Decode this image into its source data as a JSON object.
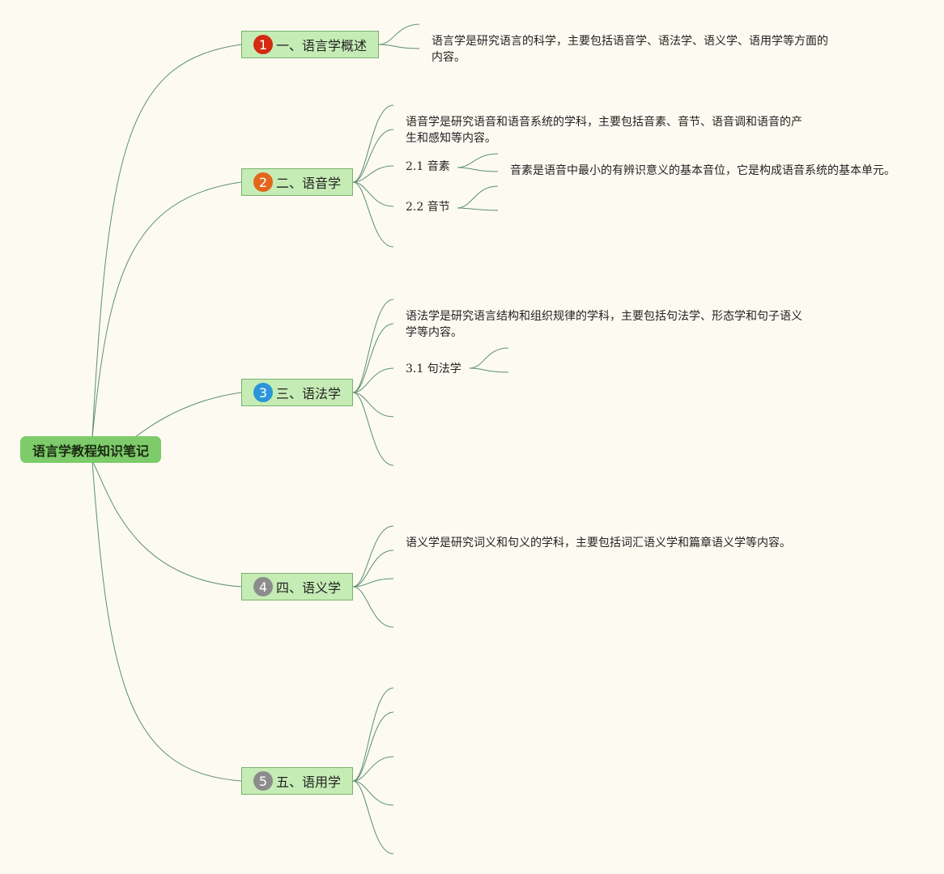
{
  "root": {
    "label": "语言学教程知识笔记"
  },
  "topics": [
    {
      "number": "1",
      "label": "一、语言学概述",
      "badge_color": "#d42a12"
    },
    {
      "number": "2",
      "label": "二、语音学",
      "badge_color": "#e2661c"
    },
    {
      "number": "3",
      "label": "三、语法学",
      "badge_color": "#2a95d8"
    },
    {
      "number": "4",
      "label": "四、语义学",
      "badge_color": "#8c8c8c"
    },
    {
      "number": "5",
      "label": "五、语用学",
      "badge_color": "#8c8c8c"
    }
  ],
  "notes": {
    "overview": [
      "语言学是研究语言的科学，主要包括语音学、语法学、语义学、语用学等方面的",
      "内容。"
    ],
    "phonetics": [
      "语音学是研究语音和语音系统的学科，主要包括音素、音节、语音调和语音的产",
      "生和感知等内容。"
    ],
    "phoneme_label": "2.1 音素",
    "phoneme_note": "音素是语音中最小的有辨识意义的基本音位，它是构成语音系统的基本单元。",
    "syllable_label": "2.2 音节",
    "grammar": [
      "语法学是研究语言结构和组织规律的学科，主要包括句法学、形态学和句子语义",
      "学等内容。"
    ],
    "syntax_label": "3.1 句法学",
    "semantics": "语义学是研究词义和句义的学科，主要包括词汇语义学和篇章语义学等内容。"
  },
  "colors": {
    "background": "#fdfbf1",
    "root_fill": "#7dcb6a",
    "topic_fill": "#c6ecb6",
    "topic_border": "#7bb06e",
    "connector": "#5d8f6e"
  }
}
